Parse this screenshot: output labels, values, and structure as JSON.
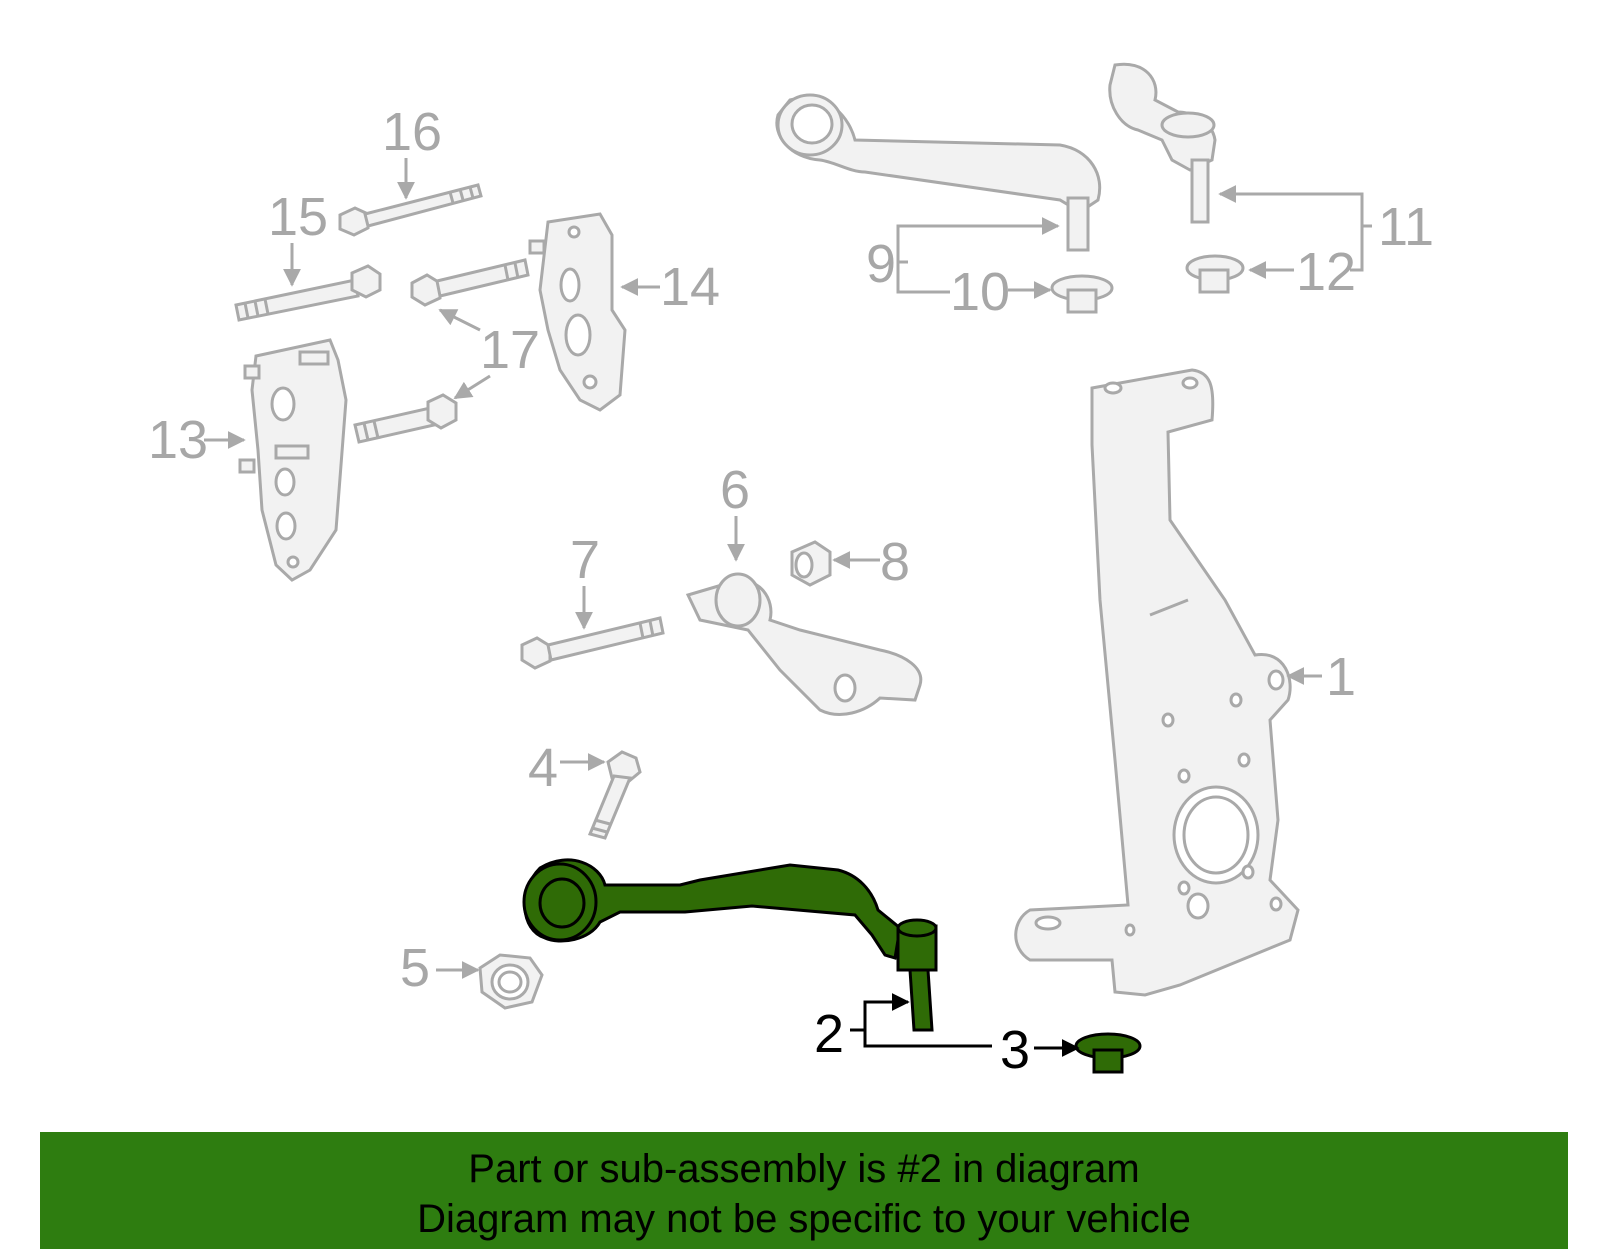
{
  "diagram": {
    "labels": {
      "1": "1",
      "2": "2",
      "3": "3",
      "4": "4",
      "5": "5",
      "6": "6",
      "7": "7",
      "8": "8",
      "9": "9",
      "10": "10",
      "11": "11",
      "12": "12",
      "13": "13",
      "14": "14",
      "15": "15",
      "16": "16",
      "17": "17"
    },
    "highlighted_part": "2",
    "colors": {
      "highlight": "#2f6b06",
      "part_line": "#a9a9a9",
      "label": "#a7a7a7",
      "banner": "#2e7d10"
    }
  },
  "banner": {
    "line1": "Part or sub-assembly is #2 in diagram",
    "line2": "Diagram may not be specific to your vehicle"
  }
}
